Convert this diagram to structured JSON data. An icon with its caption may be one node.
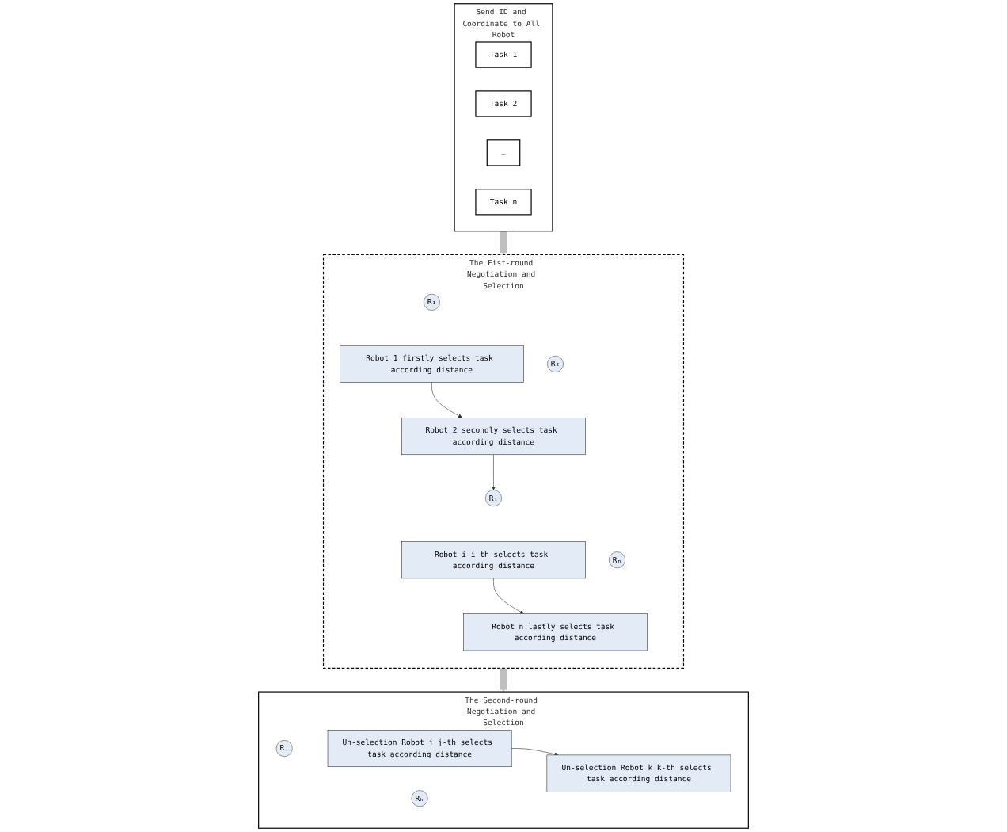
{
  "diagram": {
    "nodes": [
      {
        "text": [
          "Send ID and Coordinate to All Robot"
        ]
      },
      {
        "text": [
          "Task 1"
        ],
        "in": 0
      },
      {
        "text": [
          "Task 2"
        ],
        "in": 0
      },
      {
        "text": [
          "…"
        ],
        "in": 0
      },
      {
        "text": [
          "Task n"
        ],
        "in": 0
      },
      {
        "text": [
          "The Fist-round Negotiation and Selection"
        ]
      },
      {
        "text": [
          "R₁"
        ],
        "in": 5
      },
      {
        "text": [
          "R₂"
        ],
        "in": 5
      },
      {
        "text": [
          "Robot 1 firstly selects task according distance"
        ],
        "in": 5
      },
      {
        "text": [
          "Robot 2 secondly selects task according distance"
        ],
        "in": 5
      },
      {
        "text": [
          "Rₙ"
        ],
        "in": 5
      },
      {
        "text": [
          "Rᵢ"
        ],
        "in": 5
      },
      {
        "text": [
          "Robot n lastly selects task according distance"
        ],
        "in": 5
      },
      {
        "text": [
          "Robot i i-th selects task according distance"
        ],
        "in": 5
      },
      {
        "text": [
          "The Second-round Negotiation and Selection"
        ]
      },
      {
        "text": [
          "Rⱼ"
        ],
        "in": 14
      },
      {
        "text": [
          "Rₖ"
        ],
        "in": 14
      },
      {
        "text": [
          "Un-selection Robot j j-th selects task according distance"
        ],
        "in": 14
      },
      {
        "text": [
          "Un-selection Robot k k-th selects task according distance"
        ],
        "in": 14
      }
    ],
    "edges": [
      {
        "from": 0,
        "to": 5,
        "arrow": "to",
        "style": "thick",
        "color": "#bfbfbf"
      },
      {
        "from": 8,
        "to": 9,
        "arrow": "to"
      },
      {
        "from": 9,
        "to": 11,
        "arrow": "to"
      },
      {
        "from": 13,
        "to": 12,
        "arrow": "to"
      },
      {
        "from": 5,
        "to": 14,
        "arrow": "to",
        "style": "thick",
        "color": "#bfbfbf"
      },
      {
        "from": 17,
        "to": 18,
        "arrow": "to"
      }
    ]
  }
}
